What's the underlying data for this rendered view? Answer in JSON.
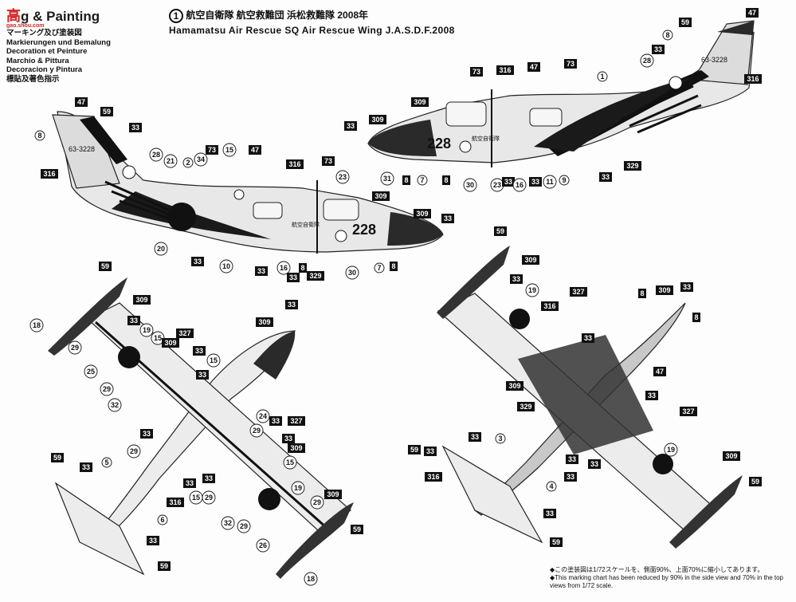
{
  "header": {
    "brand_prefix": "高",
    "brand_main": "g & Painting",
    "brand_site": "gao.shou.com",
    "languages": [
      "マーキング及び塗装図",
      "Markierungen und Bemalung",
      "Decoration et Peinture",
      "Marchio & Pittura",
      "Decoracion y Pintura",
      "標貼及著色指示"
    ]
  },
  "title": {
    "number": "1",
    "line1": "航空自衛隊 航空救難団 浜松救難隊 2008年",
    "line2": "Hamamatsu  Air Rescue SQ Air Rescue Wing J.A.S.D.F.2008"
  },
  "aircraft": {
    "serial": "63-3228",
    "tail_code": "228",
    "fuselage_kanji": "航空自衛隊"
  },
  "footnote": {
    "line1": "◆この塗装図は1/72スケールを、側面90%、上面70%に縮小してあります。",
    "line2": "◆This marking chart has been reduced by 90% in the side view and 70% in the top",
    "line3": "views from 1/72 scale."
  },
  "callouts": {
    "side_upper": [
      {
        "t": "47",
        "box": true
      },
      {
        "t": "59",
        "box": true
      },
      {
        "t": "8",
        "box": false
      },
      {
        "t": "33",
        "box": true
      },
      {
        "t": "28",
        "box": false
      },
      {
        "t": "316",
        "box": true
      },
      {
        "t": "73",
        "box": true
      },
      {
        "t": "47",
        "box": true
      },
      {
        "t": "316",
        "box": true
      },
      {
        "t": "73",
        "box": true
      },
      {
        "t": "1",
        "box": false
      },
      {
        "t": "309",
        "box": true
      },
      {
        "t": "33",
        "box": true
      },
      {
        "t": "309",
        "box": true
      },
      {
        "t": "31",
        "box": false
      },
      {
        "t": "8",
        "box": true
      },
      {
        "t": "7",
        "box": false
      },
      {
        "t": "8",
        "box": true
      },
      {
        "t": "30",
        "box": false
      },
      {
        "t": "23",
        "box": false
      },
      {
        "t": "33",
        "box": true
      },
      {
        "t": "16",
        "box": false
      },
      {
        "t": "33",
        "box": true
      },
      {
        "t": "11",
        "box": false
      },
      {
        "t": "9",
        "box": false
      },
      {
        "t": "33",
        "box": true
      },
      {
        "t": "329",
        "box": true
      }
    ],
    "side_lower": [
      {
        "t": "47",
        "box": true
      },
      {
        "t": "59",
        "box": true
      },
      {
        "t": "33",
        "box": true
      },
      {
        "t": "8",
        "box": false
      },
      {
        "t": "28",
        "box": false
      },
      {
        "t": "316",
        "box": true
      },
      {
        "t": "21",
        "box": false
      },
      {
        "t": "2",
        "box": false
      },
      {
        "t": "34",
        "box": false
      },
      {
        "t": "73",
        "box": true
      },
      {
        "t": "15",
        "box": false
      },
      {
        "t": "47",
        "box": true
      },
      {
        "t": "316",
        "box": true
      },
      {
        "t": "73",
        "box": true
      },
      {
        "t": "23",
        "box": false
      },
      {
        "t": "309",
        "box": true
      },
      {
        "t": "309",
        "box": true
      },
      {
        "t": "33",
        "box": true
      },
      {
        "t": "20",
        "box": false
      },
      {
        "t": "33",
        "box": true
      },
      {
        "t": "10",
        "box": false
      },
      {
        "t": "33",
        "box": true
      },
      {
        "t": "16",
        "box": false
      },
      {
        "t": "33",
        "box": true
      },
      {
        "t": "8",
        "box": true
      },
      {
        "t": "329",
        "box": true
      },
      {
        "t": "30",
        "box": false
      },
      {
        "t": "7",
        "box": false
      },
      {
        "t": "8",
        "box": true
      }
    ],
    "top_left": [
      {
        "t": "59",
        "box": true
      },
      {
        "t": "309",
        "box": true
      },
      {
        "t": "33",
        "box": true
      },
      {
        "t": "18",
        "box": false
      },
      {
        "t": "29",
        "box": false
      },
      {
        "t": "33",
        "box": true
      },
      {
        "t": "19",
        "box": false
      },
      {
        "t": "15",
        "box": false
      },
      {
        "t": "327",
        "box": true
      },
      {
        "t": "309",
        "box": true
      },
      {
        "t": "25",
        "box": false
      },
      {
        "t": "33",
        "box": true
      },
      {
        "t": "29",
        "box": false
      },
      {
        "t": "33",
        "box": true
      },
      {
        "t": "15",
        "box": false
      },
      {
        "t": "32",
        "box": false
      },
      {
        "t": "33",
        "box": true
      },
      {
        "t": "309",
        "box": true
      },
      {
        "t": "24",
        "box": false
      },
      {
        "t": "33",
        "box": true
      },
      {
        "t": "29",
        "box": false
      },
      {
        "t": "327",
        "box": true
      },
      {
        "t": "29",
        "box": false
      },
      {
        "t": "33",
        "box": true
      },
      {
        "t": "309",
        "box": true
      },
      {
        "t": "59",
        "box": true
      },
      {
        "t": "33",
        "box": true
      },
      {
        "t": "5",
        "box": false
      },
      {
        "t": "15",
        "box": false
      },
      {
        "t": "33",
        "box": true
      },
      {
        "t": "33",
        "box": true
      },
      {
        "t": "19",
        "box": false
      },
      {
        "t": "316",
        "box": true
      },
      {
        "t": "15",
        "box": false
      },
      {
        "t": "29",
        "box": false
      },
      {
        "t": "29",
        "box": false
      },
      {
        "t": "309",
        "box": true
      },
      {
        "t": "6",
        "box": false
      },
      {
        "t": "32",
        "box": false
      },
      {
        "t": "29",
        "box": false
      },
      {
        "t": "59",
        "box": true
      },
      {
        "t": "33",
        "box": true
      },
      {
        "t": "26",
        "box": false
      },
      {
        "t": "59",
        "box": true
      },
      {
        "t": "18",
        "box": false
      }
    ],
    "bottom_right": [
      {
        "t": "59",
        "box": true
      },
      {
        "t": "309",
        "box": true
      },
      {
        "t": "33",
        "box": true
      },
      {
        "t": "19",
        "box": false
      },
      {
        "t": "316",
        "box": true
      },
      {
        "t": "327",
        "box": true
      },
      {
        "t": "8",
        "box": true
      },
      {
        "t": "309",
        "box": true
      },
      {
        "t": "33",
        "box": true
      },
      {
        "t": "8",
        "box": true
      },
      {
        "t": "33",
        "box": true
      },
      {
        "t": "47",
        "box": true
      },
      {
        "t": "309",
        "box": true
      },
      {
        "t": "33",
        "box": true
      },
      {
        "t": "329",
        "box": true
      },
      {
        "t": "327",
        "box": true
      },
      {
        "t": "33",
        "box": true
      },
      {
        "t": "3",
        "box": false
      },
      {
        "t": "59",
        "box": true
      },
      {
        "t": "33",
        "box": true
      },
      {
        "t": "33",
        "box": true
      },
      {
        "t": "33",
        "box": true
      },
      {
        "t": "19",
        "box": false
      },
      {
        "t": "316",
        "box": true
      },
      {
        "t": "4",
        "box": false
      },
      {
        "t": "33",
        "box": true
      },
      {
        "t": "33",
        "box": true
      },
      {
        "t": "309",
        "box": true
      },
      {
        "t": "59",
        "box": true
      },
      {
        "t": "59",
        "box": true
      }
    ]
  }
}
